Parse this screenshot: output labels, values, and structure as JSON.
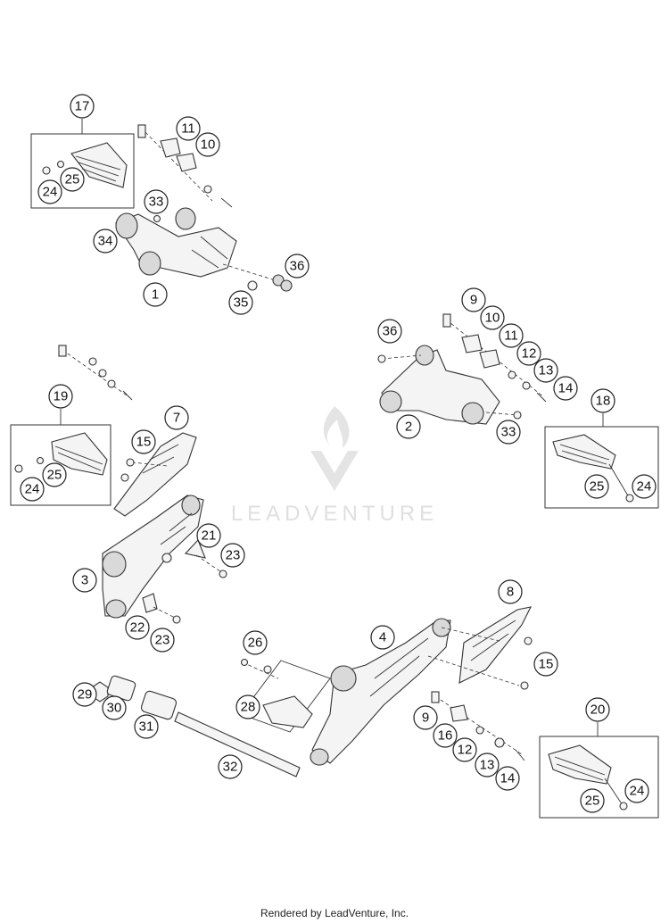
{
  "watermark": {
    "text": "LEADVENTURE"
  },
  "footer": {
    "text": "Rendered by LeadVenture, Inc."
  },
  "callouts": {
    "c17": "17",
    "c11a": "11",
    "c10a": "10",
    "c24a": "24",
    "c25a": "25",
    "c33a": "33",
    "c34": "34",
    "c36a": "36",
    "c1": "1",
    "c35": "35",
    "c9a": "9",
    "c10b": "10",
    "c11b": "11",
    "c12a": "12",
    "c13a": "13",
    "c14a": "14",
    "c36b": "36",
    "c2": "2",
    "c33b": "33",
    "c18": "18",
    "c25b": "25",
    "c24b": "24",
    "c19": "19",
    "c25c": "25",
    "c24c": "24",
    "c7": "7",
    "c15a": "15",
    "c21": "21",
    "c23a": "23",
    "c3": "3",
    "c22": "22",
    "c23b": "23",
    "c8": "8",
    "c4": "4",
    "c15b": "15",
    "c26": "26",
    "c28": "28",
    "c29": "29",
    "c30": "30",
    "c31": "31",
    "c32": "32",
    "c9b": "9",
    "c16": "16",
    "c12b": "12",
    "c13b": "13",
    "c14b": "14",
    "c20": "20",
    "c24d": "24",
    "c25d": "25"
  }
}
